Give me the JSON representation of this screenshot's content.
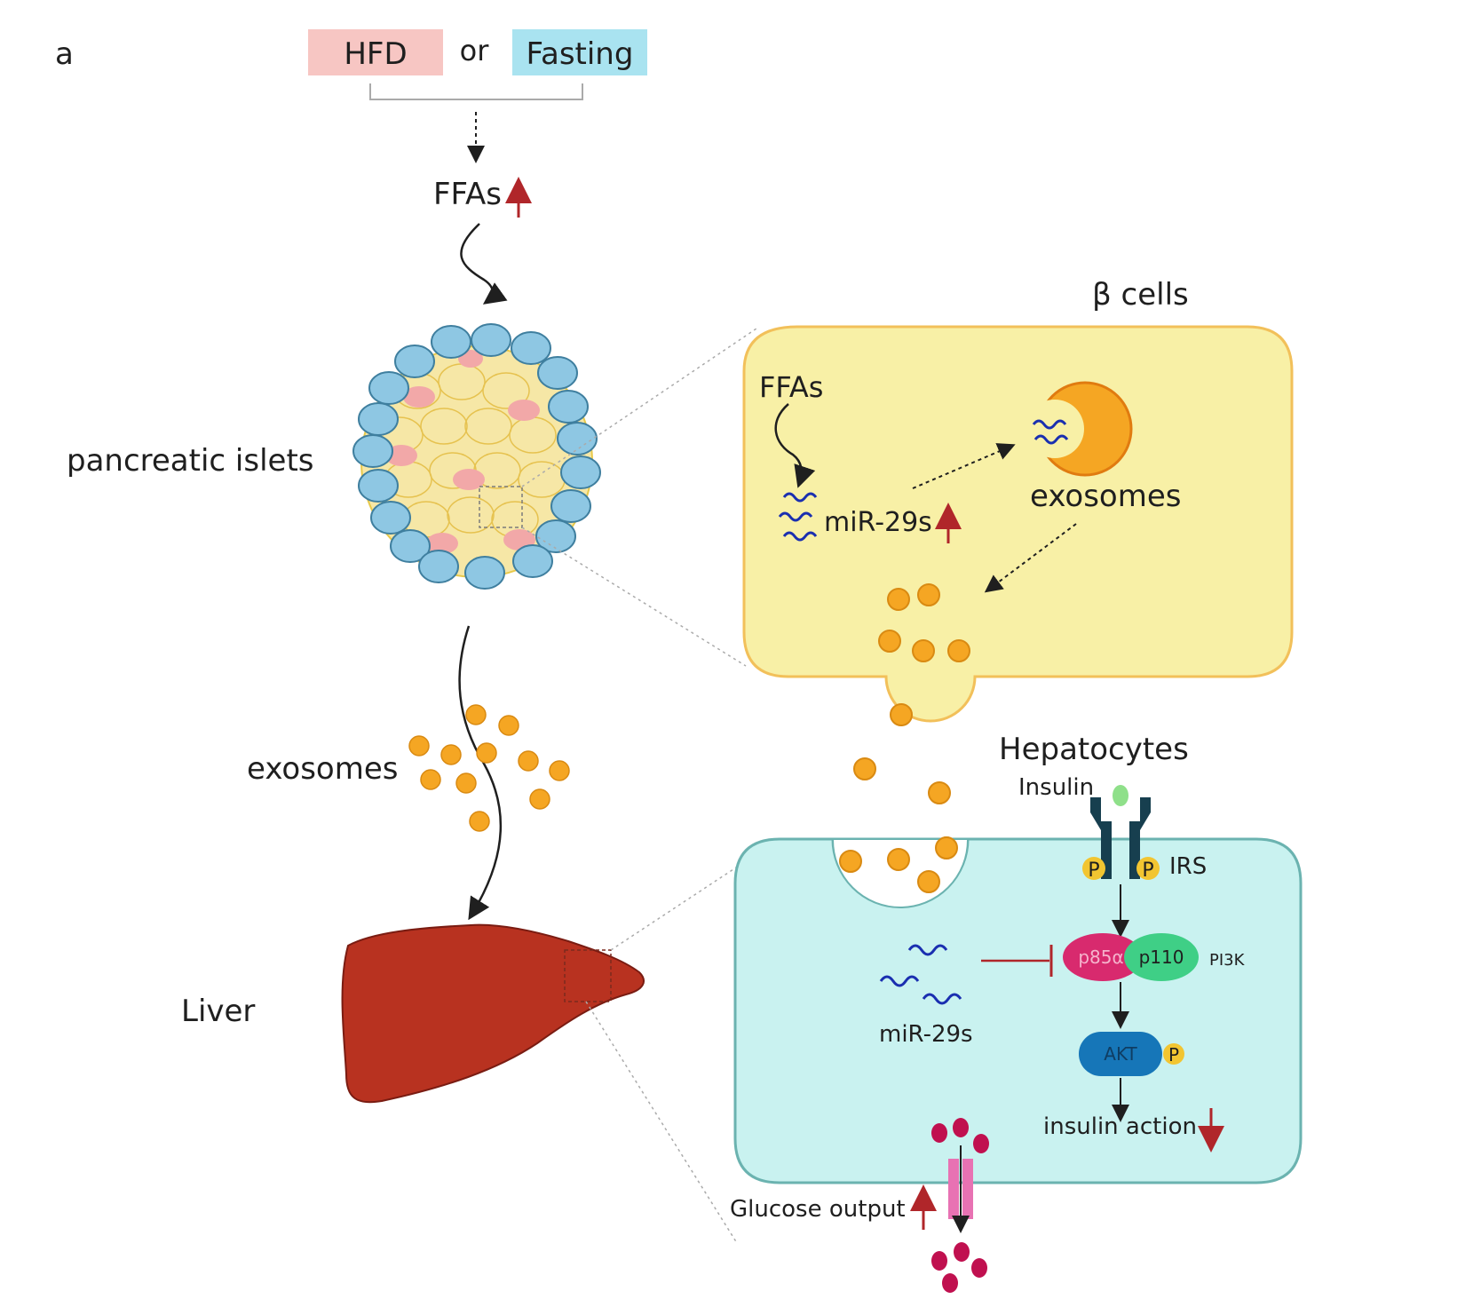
{
  "labels": {
    "panel_letter": "a",
    "hfd": "HFD",
    "or": "or",
    "fasting": "Fasting",
    "ffas_top": "FFAs",
    "pancreatic_islets": "pancreatic islets",
    "exosomes_left": "exosomes",
    "liver": "Liver",
    "beta_cells": "β cells",
    "ffas_beta": "FFAs",
    "mir29s_beta": "miR-29s",
    "exosomes_beta": "exosomes",
    "hepatocytes": "Hepatocytes",
    "insulin": "Insulin",
    "p_left": "P",
    "p_right": "P",
    "irs": "IRS",
    "p85a": "p85α",
    "p110": "p110",
    "pi3k": "PI3K",
    "mir29s_hep": "miR-29s",
    "akt": "AKT",
    "p_akt": "P",
    "insulin_action": "insulin action",
    "glucose_output": "Glucose output"
  },
  "colors": {
    "hfd_box": "#f7c6c3",
    "fasting_box": "#a9e3f0",
    "alpha_cell": "#8ec7e3",
    "islet_core": "#f6e7a6",
    "pink_cell": "#f2a8a8",
    "beta_cell_fill": "#f8f0a6",
    "beta_cell_border": "#f2c05a",
    "hepatocyte_fill": "#c9f2f0",
    "hepatocyte_border": "#6bb3b0",
    "liver": "#b83220",
    "exosome": "#f5a623",
    "mirna": "#1a2fb0",
    "up_arrow": "#b0262a",
    "receptor": "#173f4f",
    "p85": "#d82a6e",
    "p110": "#3fcf86",
    "akt": "#1676b8",
    "phospho": "#f2c531",
    "glucose": "#c0104f",
    "transporter": "#e872b3"
  }
}
